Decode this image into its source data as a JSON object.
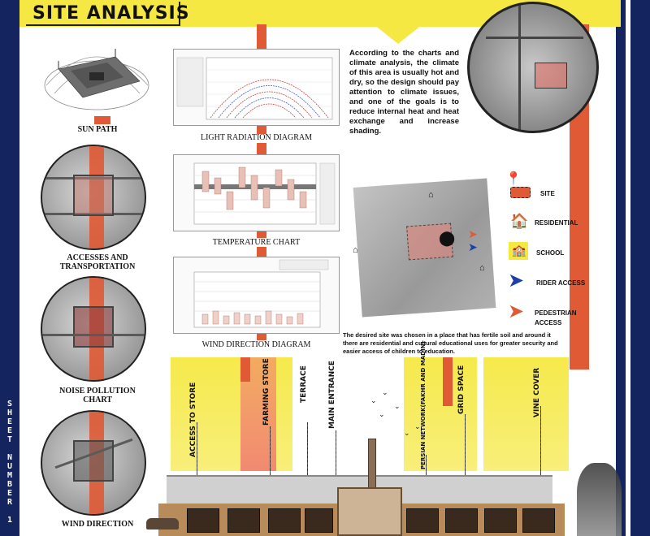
{
  "title": "SITE ANALYSIS",
  "sheet_number": "SHEET NUMBER 1",
  "left_labels": {
    "sun_path": "SUN PATH",
    "accesses": "ACCESSES AND TRANSPORTATION",
    "noise": "NOISE POLLUTION CHART",
    "wind": "WIND DIRECTION"
  },
  "charts": {
    "light": "LIGHT RADIATION DIAGRAM",
    "temperature": "TEMPERATURE CHART",
    "wind_direction": "WIND DIRECTION DIAGRAM"
  },
  "paragraph": "According to the charts and climate analysis, the climate of this area is usually hot and dry, so the design should pay attention to climate issues, and one of the goals is to reduce internal heat and heat exchange and increase shading.",
  "site_paragraph": "The desired site was chosen  in a place that has fertile soil and around it there are residential and cultural educational uses for greater security and easier access of children to education.",
  "legend": {
    "site": "SITE",
    "residential": "RESIDENTIAL",
    "school": "SCHOOL",
    "rider": "RIDER ACCESS",
    "pedestrian": "PEDESTRIAN ACCESS"
  },
  "elevation_labels": {
    "access_store": "ACCESS TO STORE",
    "farming_store": "FARMING STORE",
    "terrace": "TERRACE",
    "main_entrance": "MAIN ENTRANCE",
    "persian_network": "PERSIAN NETWORK(FAKHR AND MADIN)",
    "grid_space": "GRID SPACE",
    "vine_cover": "VINE COVER"
  },
  "icons": {
    "site": "map-pin-icon",
    "residential": "house-icon",
    "school": "school-icon",
    "rider": "blue-arrow-icon",
    "pedestrian": "orange-arrow-icon"
  },
  "colors": {
    "navy": "#14245e",
    "yellow": "#f5e842",
    "orange": "#e05a35",
    "pink": "#f0786e"
  }
}
